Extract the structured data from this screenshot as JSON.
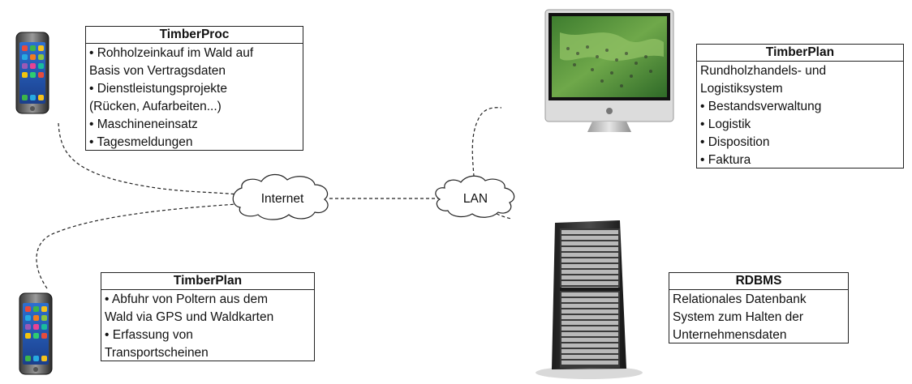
{
  "clouds": {
    "internet": "Internet",
    "lan": "LAN"
  },
  "boxes": {
    "timberproc": {
      "title": "TimberProc",
      "lines": [
        "• Rohholzeinkauf im Wald auf",
        "Basis von Vertragsdaten",
        "• Dienstleistungsprojekte",
        "(Rücken, Aufarbeiten...)",
        "• Maschineneinsatz",
        "• Tagesmeldungen"
      ]
    },
    "timberplan_desktop": {
      "title": "TimberPlan",
      "lines": [
        "Rundholzhandels- und",
        "Logistiksystem",
        "• Bestandsverwaltung",
        "• Logistik",
        "• Disposition",
        "• Faktura"
      ]
    },
    "timberplan_mobile": {
      "title": "TimberPlan",
      "lines": [
        "• Abfuhr von Poltern aus dem",
        "Wald via GPS und Waldkarten",
        "• Erfassung von",
        "Transportscheinen"
      ]
    },
    "rdbms": {
      "title": "RDBMS",
      "lines": [
        "Relationales Datenbank",
        "System zum Halten der",
        "Unternehmensdaten"
      ]
    }
  },
  "colors": {
    "border": "#222222",
    "link": "#222222",
    "screen_green": "#4f8a3a",
    "server": "#2a2a2a"
  }
}
